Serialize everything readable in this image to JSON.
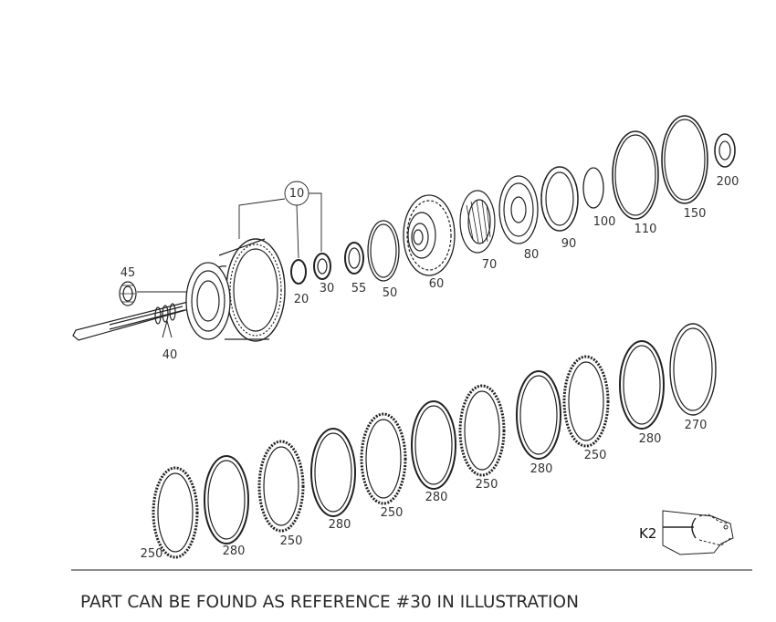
{
  "labels": {
    "r10": "10",
    "r20": "20",
    "r30": "30",
    "r40": "40",
    "r45": "45",
    "r50": "50",
    "r55": "55",
    "r60": "60",
    "r70": "70",
    "r80": "80",
    "r90": "90",
    "r100": "100",
    "r110": "110",
    "r150": "150",
    "r200": "200",
    "d250a": "250",
    "d280a": "280",
    "d250b": "250",
    "d280b": "280",
    "d250c": "250",
    "d280c": "280",
    "d250d": "250",
    "d280d": "280",
    "d250e": "250",
    "d280e": "280",
    "r270": "270"
  },
  "inset": {
    "label": "K2"
  },
  "caption": "PART CAN BE FOUND AS REFERENCE #30 IN ILLUSTRATION"
}
